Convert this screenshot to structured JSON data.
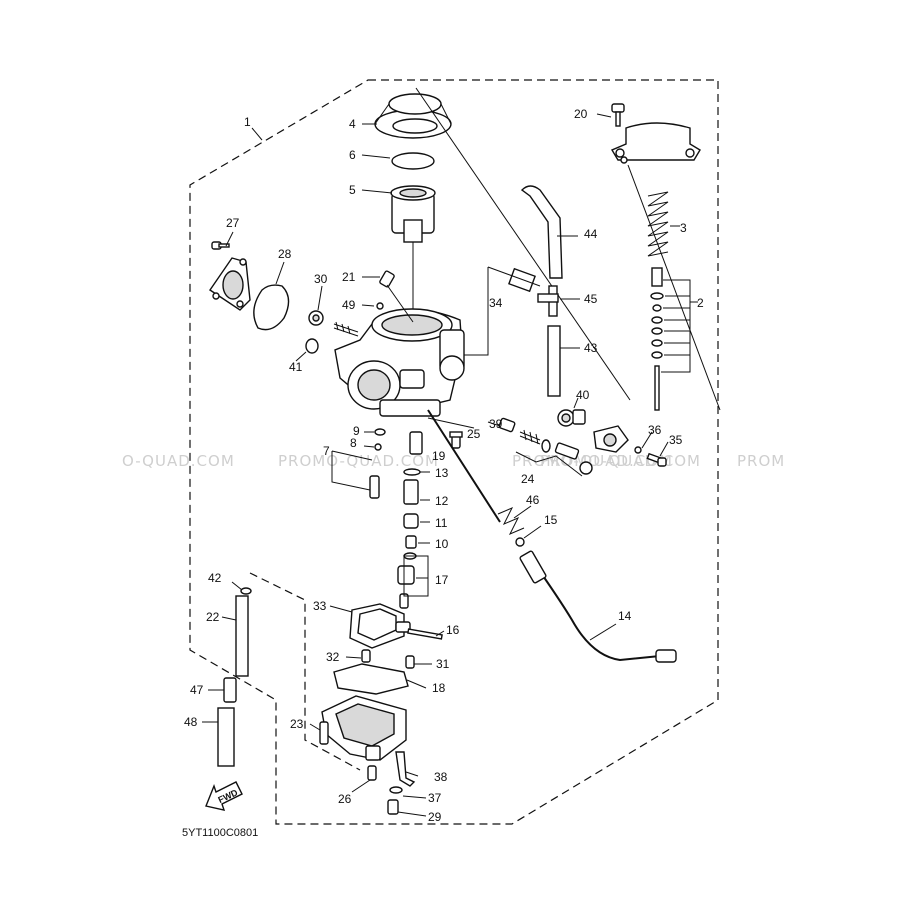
{
  "diagram": {
    "part_numbers": [
      "1",
      "2",
      "3",
      "4",
      "5",
      "6",
      "7",
      "8",
      "9",
      "10",
      "11",
      "12",
      "13",
      "14",
      "15",
      "16",
      "17",
      "18",
      "19",
      "20",
      "21",
      "22",
      "23",
      "24",
      "25",
      "26",
      "27",
      "28",
      "29",
      "30",
      "31",
      "32",
      "33",
      "34",
      "35",
      "36",
      "37",
      "38",
      "39",
      "40",
      "41",
      "42",
      "43",
      "44",
      "45",
      "46",
      "47",
      "48",
      "49"
    ],
    "code": "5YT1100C0801",
    "fwd_label": "FWD",
    "watermarks": [
      "O-QUAD.COM",
      "PROMO-QUAD.COM",
      "PROMO-QUAD.COM",
      "PROMO-QUAD.COM",
      "PROM"
    ]
  }
}
